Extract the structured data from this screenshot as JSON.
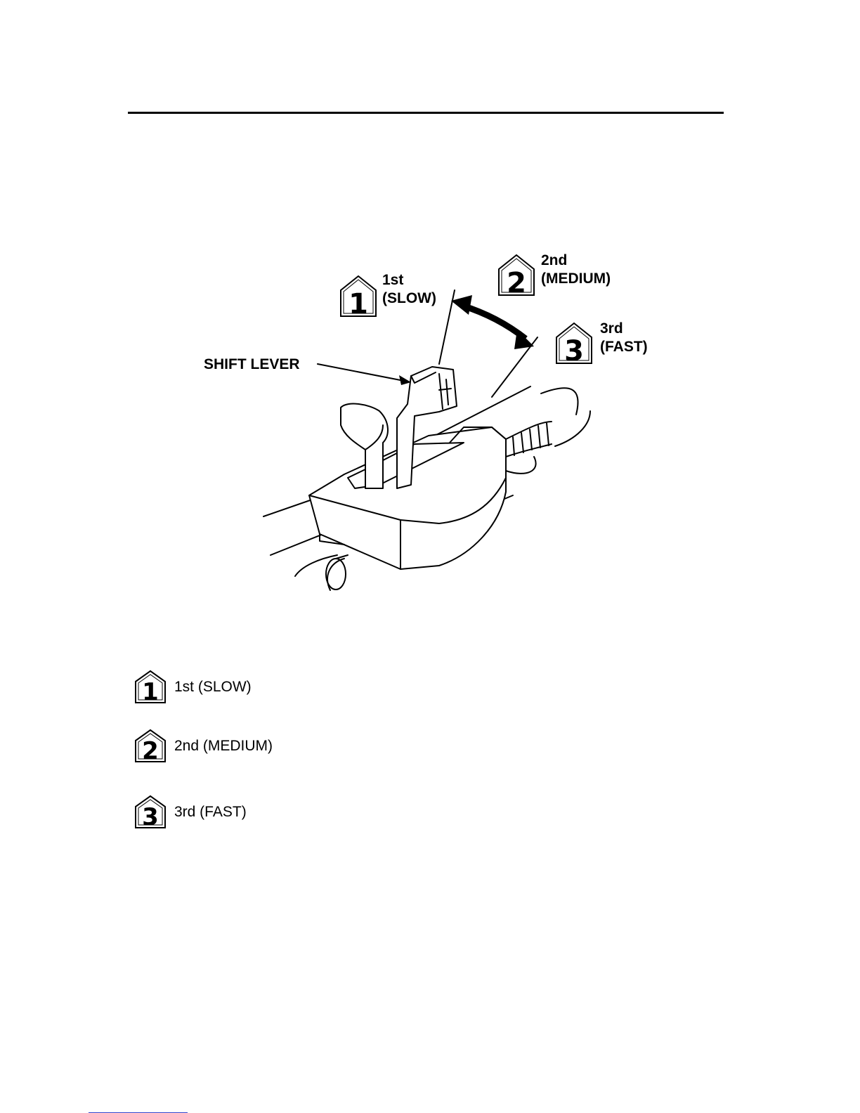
{
  "figure": {
    "shift_lever_label": "SHIFT LEVER",
    "positions": [
      {
        "number": "1",
        "line1": "1st",
        "line2": "(SLOW)"
      },
      {
        "number": "2",
        "line1": "2nd",
        "line2": "(MEDIUM)"
      },
      {
        "number": "3",
        "line1": "3rd",
        "line2": "(FAST)"
      }
    ]
  },
  "legend": [
    {
      "number": "1",
      "text": "1st (SLOW)"
    },
    {
      "number": "2",
      "text": "2nd (MEDIUM)"
    },
    {
      "number": "3",
      "text": "3rd (FAST)"
    }
  ]
}
